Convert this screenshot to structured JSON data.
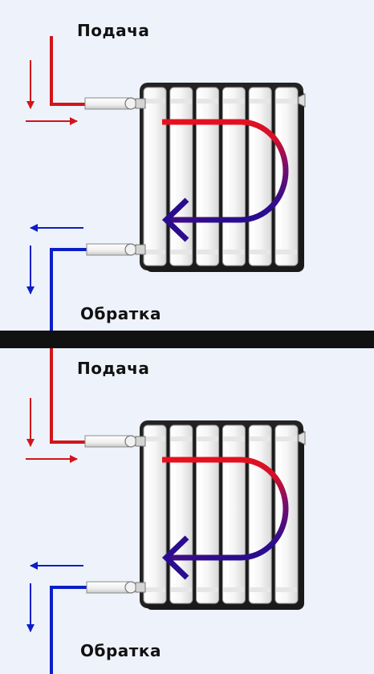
{
  "labels": {
    "top": {
      "supply": "Подача",
      "return": "Обратка"
    },
    "bottom": {
      "supply": "Подача",
      "return": "Обратка"
    }
  },
  "radiator": {
    "sections": 6
  },
  "colors": {
    "background": "#eef2fa",
    "supply": "#d2141a",
    "return": "#0b1ec8",
    "divider": "#111111",
    "flow_start": "#e8101e",
    "flow_end": "#2a0d8e"
  },
  "icons": [
    "arrow-down-icon",
    "arrow-right-icon",
    "arrow-left-icon",
    "valve-icon",
    "flow-arrow-icon"
  ]
}
